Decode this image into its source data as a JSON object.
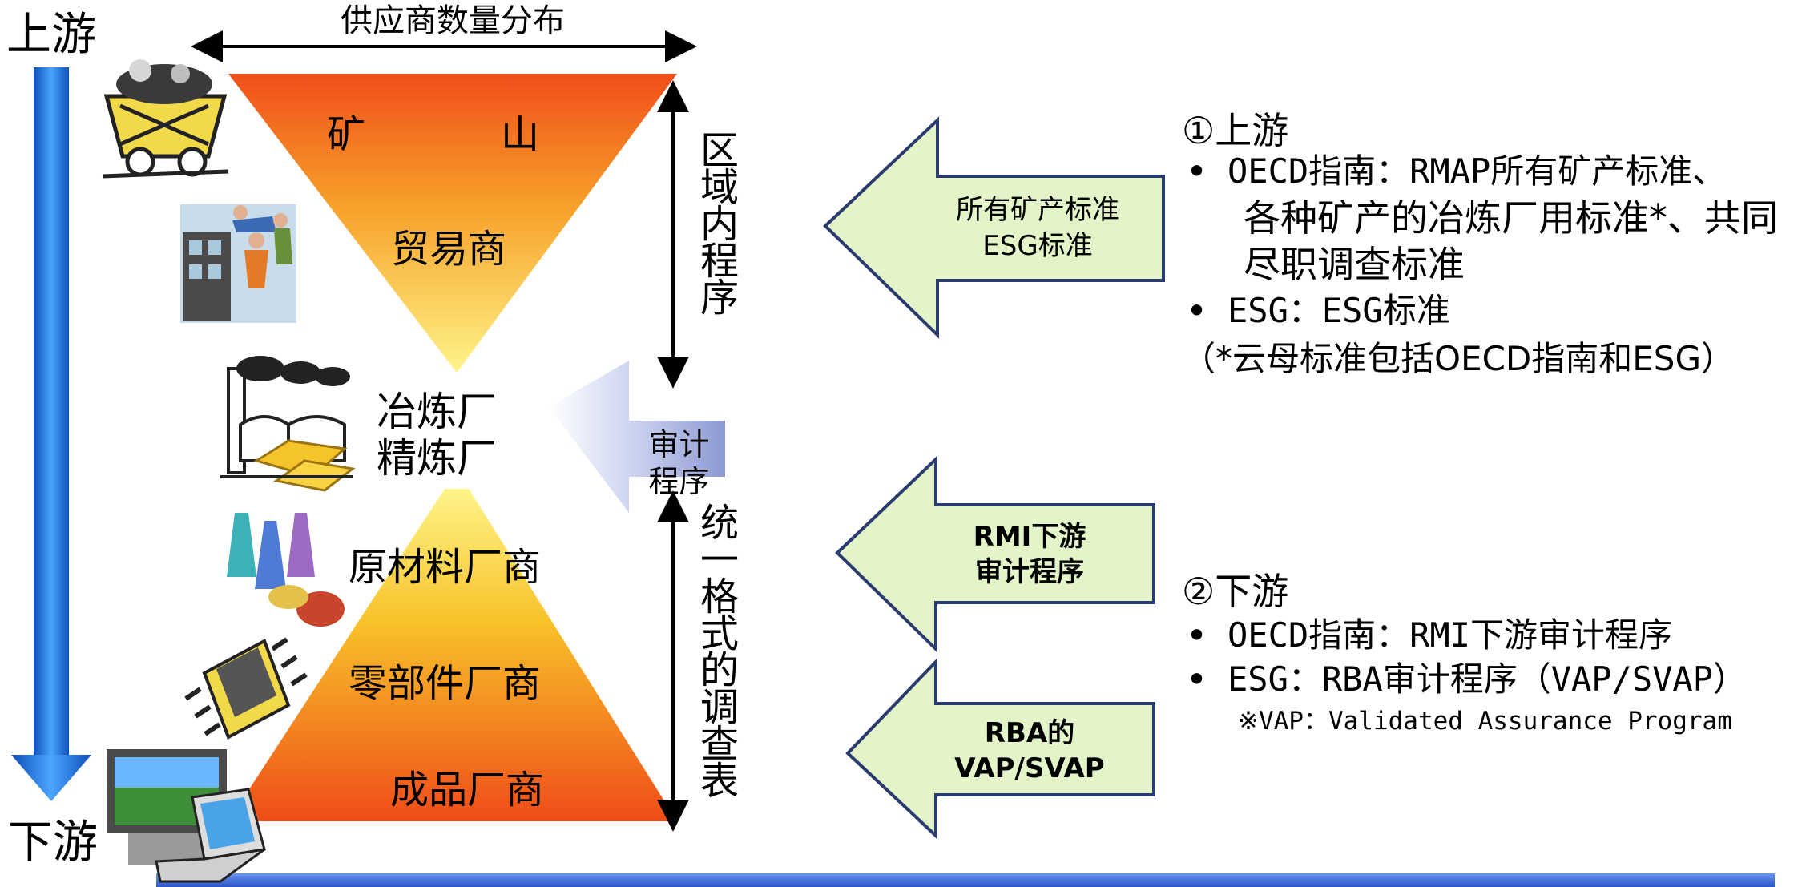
{
  "left": {
    "upstream_label": "上游",
    "downstream_label": "下游",
    "supplier_count_label": "供应商数量分布"
  },
  "funnel_top": {
    "mine_a": "矿",
    "mine_b": "山",
    "traders": "贸易商"
  },
  "smelter": {
    "line1": "冶炼厂",
    "line2": "精炼厂"
  },
  "funnel_bottom": {
    "raw_materials": "原材料厂商",
    "components": "零部件厂商",
    "finished_goods": "成品厂商"
  },
  "vertical": {
    "regional_program": "区域内程序",
    "unified_survey": "统一格式的调查表"
  },
  "audit_arrow": {
    "line1": "审计",
    "line2": "程序"
  },
  "arrows": {
    "upstream_standards": {
      "line1": "所有矿产标准",
      "line2": "ESG标准"
    },
    "rmi_downstream": {
      "line1": "RMI下游",
      "line2": "审计程序"
    },
    "rba": {
      "line1": "RBA的",
      "line2": "VAP/SVAP"
    }
  },
  "notes_upstream": {
    "heading": "①上游",
    "bullet1_line1": "OECD指南：RMAP所有矿产标准、",
    "bullet1_line2": "各种矿产的冶炼厂用标准*、共同",
    "bullet1_line3": "尽职调查标准",
    "bullet2": "ESG：ESG标准",
    "footnote": "（*云母标准包括OECD指南和ESG）"
  },
  "notes_downstream": {
    "heading": "②下游",
    "bullet1": "OECD指南：RMI下游审计程序",
    "bullet2": "ESG：RBA审计程序（VAP/SVAP）",
    "footnote": "※VAP：Validated Assurance Program"
  },
  "colors": {
    "funnel_top": "#f2591c",
    "funnel_mid": "#fff27a",
    "green_arrow_fill": "#e3f5c8",
    "green_arrow_stroke": "#2a3b6e",
    "blue_arrow": "#1f72d6",
    "audit_arrow": "#a8b4e0",
    "bottom_bar": "#3d6ee0"
  }
}
